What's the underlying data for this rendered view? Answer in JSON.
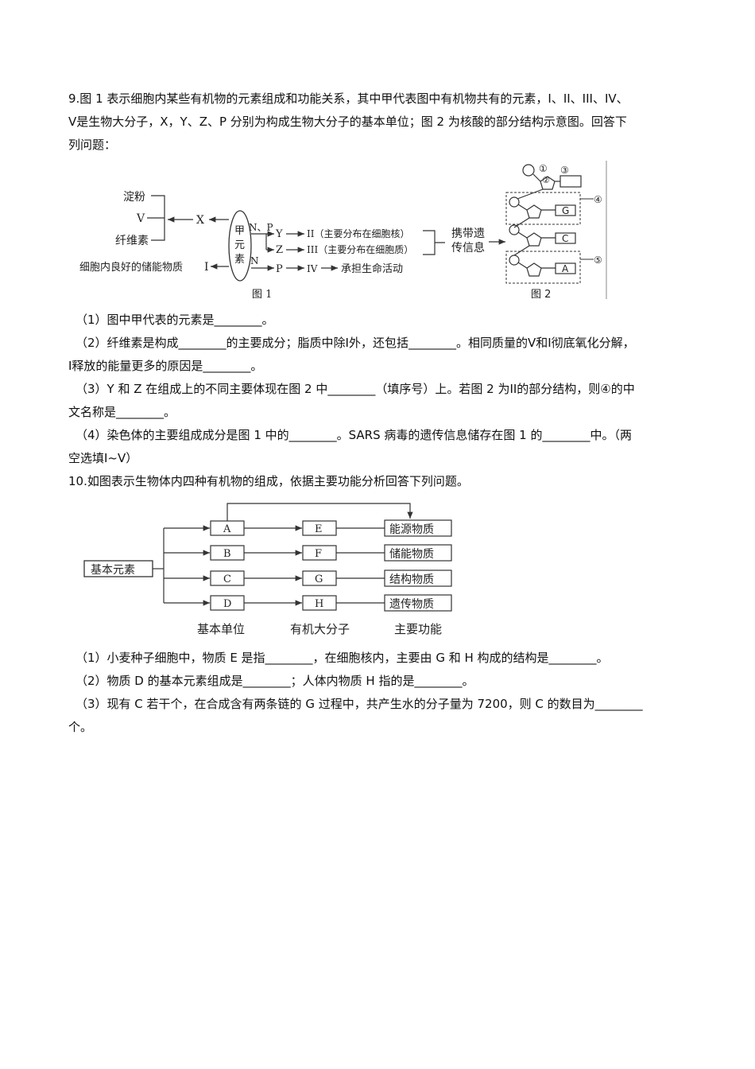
{
  "q9": {
    "stem_line1": "9.图 1 表示细胞内某些有机物的元素组成和功能关系，其中甲代表图中有机物共有的元素，I、II、III、IV、",
    "stem_line2": "V是生物大分子，X，Y、Z、P 分别为构成生物大分子的基本单位；图 2 为核酸的部分结构示意图。回答下",
    "stem_line3": "列问题：",
    "fig1": {
      "starch": "淀粉",
      "v": "V",
      "cellulose": "纤维素",
      "x": "X",
      "storage": "细胞内良好的储能物质",
      "i": "I",
      "jia1": "甲",
      "jia2": "元",
      "jia3": "素",
      "np": "N、P",
      "n": "N",
      "y": "Y",
      "z": "Z",
      "p": "P",
      "ii": "II（主要分布在细胞核）",
      "iii": "III（主要分布在细胞质）",
      "iv": "IV",
      "function": "承担生命活动",
      "carry1": "携带遗",
      "carry2": "传信息",
      "caption": "图 1"
    },
    "fig2": {
      "n1": "①",
      "n2": "②",
      "n3": "③",
      "n4": "④",
      "n5": "⑤",
      "g": "G",
      "c": "C",
      "a": "A",
      "caption": "图 2"
    },
    "sub1": "（1）图中甲代表的元素是________。",
    "sub2_line1": "（2）纤维素是构成________的主要成分；脂质中除I外，还包括________。相同质量的V和I彻底氧化分解，",
    "sub2_line2": "I释放的能量更多的原因是________。",
    "sub3_line1": "（3）Y 和 Z 在组成上的不同主要体现在图 2 中________（填序号）上。若图 2 为II的部分结构，则④的中",
    "sub3_line2": "文名称是________。",
    "sub4_line1": "（4）染色体的主要组成成分是图 1 中的________。SARS 病毒的遗传信息储存在图 1 的________中。（两",
    "sub4_line2": "空选填I~V）"
  },
  "q10": {
    "stem": "10.如图表示生物体内四种有机物的组成，依据主要功能分析回答下列问题。",
    "diagram": {
      "root": "基本元素",
      "units": [
        "A",
        "B",
        "C",
        "D"
      ],
      "macros": [
        "E",
        "F",
        "G",
        "H"
      ],
      "functions": [
        "能源物质",
        "储能物质",
        "结构物质",
        "遗传物质"
      ],
      "footer_units": "基本单位",
      "footer_macros": "有机大分子",
      "footer_functions": "主要功能"
    },
    "sub1": "（1）小麦种子细胞中，物质 E 是指________，在细胞核内，主要由 G 和 H 构成的结构是________。",
    "sub2": "（2）物质 D 的基本元素组成是________；人体内物质 H 指的是________。",
    "sub3_line1": "（3）现有 C 若干个，在合成含有两条链的 G 过程中，共产生水的分子量为 7200，则 C 的数目为________",
    "sub3_line2": "个。"
  }
}
